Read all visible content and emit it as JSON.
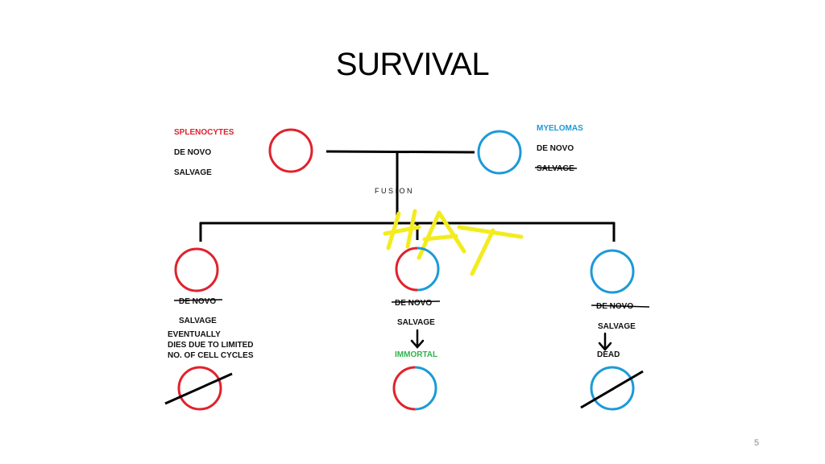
{
  "title": "SURVIVAL",
  "page_number": "5",
  "colors": {
    "red": "#e0222c",
    "blue": "#1b9ad8",
    "green": "#2fb34a",
    "yellow": "#f2ec1f",
    "line": "#000000"
  },
  "parents": {
    "splenocytes": {
      "name": "SPLENOCYTES",
      "pathway_1": "DE NOVO",
      "pathway_2": "SALVAGE"
    },
    "myelomas": {
      "name": "MYELOMAS",
      "pathway_1": "DE NOVO",
      "pathway_2": "SALVAGE"
    }
  },
  "fusion_label": "F U S I O N",
  "medium_label": "HAT",
  "outcomes": {
    "left": {
      "pathway_1": "DE NOVO",
      "pathway_2": "SALVAGE",
      "note_lines": [
        "EVENTUALLY",
        "DIES DUE TO LIMITED",
        "NO. OF CELL CYCLES"
      ]
    },
    "middle": {
      "pathway_1": "DE NOVO",
      "pathway_2": "SALVAGE",
      "result": "IMMORTAL"
    },
    "right": {
      "pathway_1": "DE NOVO",
      "pathway_2": "SALVAGE",
      "result": "DEAD"
    }
  }
}
